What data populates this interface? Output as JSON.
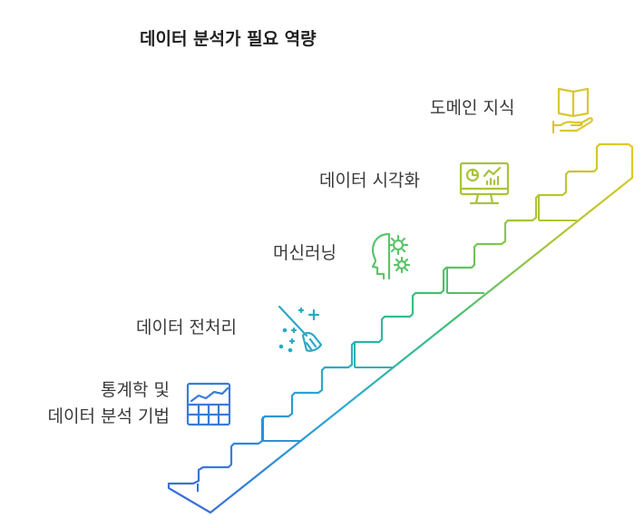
{
  "title": "데이터 분석가 필요 역량",
  "steps": [
    {
      "label": "도메인 지식",
      "icon": "open-book-hand-icon",
      "color": "#d9c82e"
    },
    {
      "label": "데이터 시각화",
      "icon": "monitor-chart-icon",
      "color": "#a8c438"
    },
    {
      "label": "머신러닝",
      "icon": "head-gears-icon",
      "color": "#5cc46a"
    },
    {
      "label": "데이터 전처리",
      "icon": "broom-sparkle-icon",
      "color": "#2aa9c6"
    },
    {
      "label_line1": "통계학 및",
      "label_line2": "데이터 분석 기법",
      "icon": "grid-chart-icon",
      "color": "#3a7bd5"
    }
  ]
}
